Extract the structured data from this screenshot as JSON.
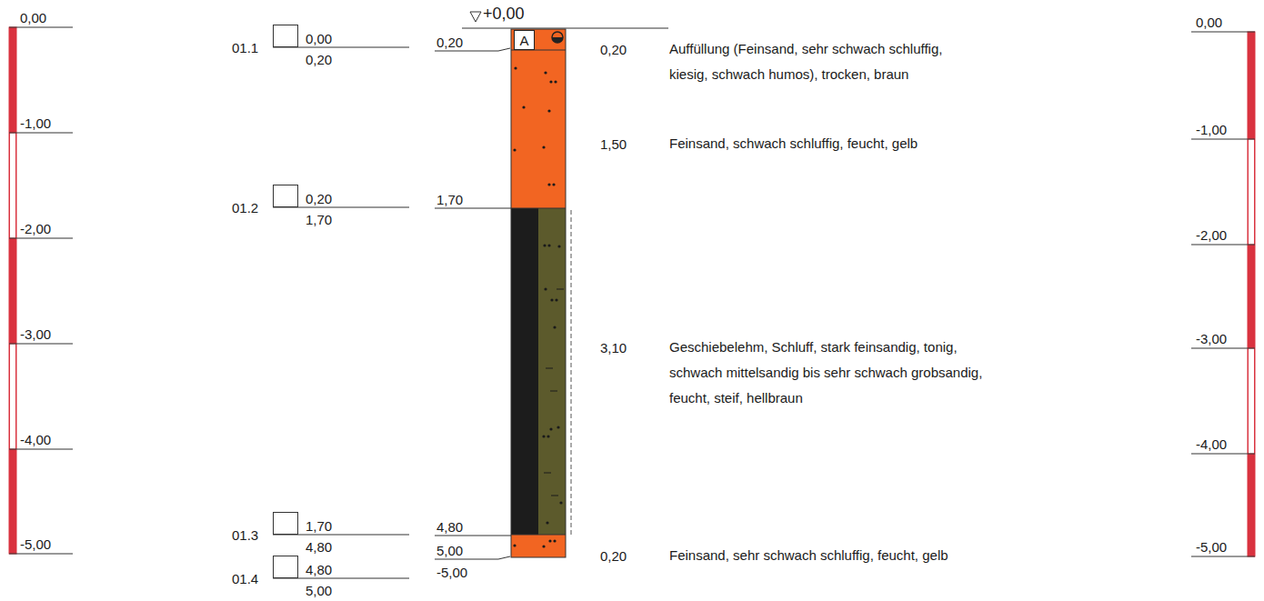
{
  "diagram": {
    "nodes": [
      {
        "text": [
          "A"
        ]
      }
    ],
    "labels": [
      "0,00",
      "-1,00",
      "-2,00",
      "-3,00",
      "-4,00",
      "-5,00",
      "01.1",
      "0,00",
      "0,20",
      "01.2",
      "0,20",
      "1,70",
      "01.3",
      "1,70",
      "4,80",
      "01.4",
      "4,80",
      "5,00",
      "+0,00",
      "0,20",
      "1,70",
      "4,80",
      "5,00",
      "-5,00",
      "0,20",
      "Auffüllung (Feinsand, sehr schwach schluffig, kiesig, schwach humos), trocken, braun",
      "1,50",
      "Feinsand, schwach schluffig, feucht, gelb",
      "3,10",
      "Geschiebelehm, Schluff, stark feinsandig, tonig, schwach mittelsandig bis sehr schwach grobsandig, feucht, steif, hellbraun",
      "0,20",
      "Feinsand, sehr schwach schluffig, feucht, gelb",
      "0,00",
      "-1,00",
      "-2,00",
      "-3,00",
      "-4,00",
      "-5,00"
    ]
  }
}
